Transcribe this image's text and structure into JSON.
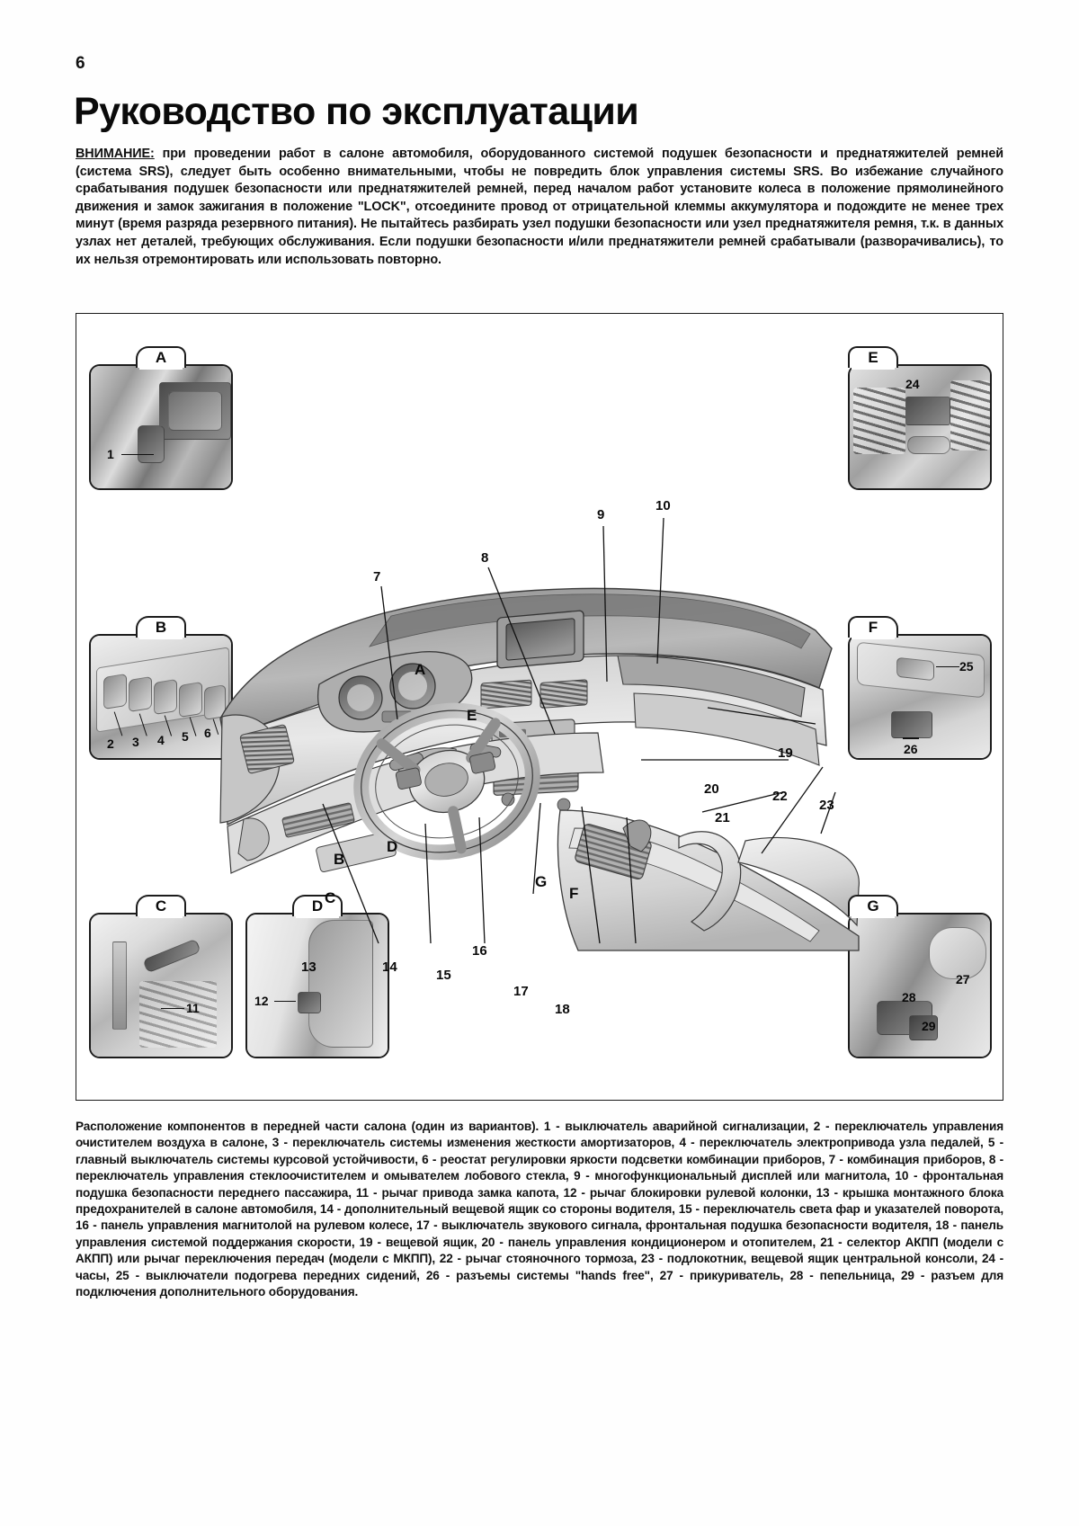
{
  "page": {
    "number": "6",
    "title": "Руководство по эксплуатации"
  },
  "warning": {
    "lead": "ВНИМАНИЕ:",
    "body": " при проведении работ в салоне автомобиля, оборудованного системой подушек безопасности и преднатяжителей ремней (система SRS), следует быть особенно внимательными, чтобы не повредить блок управления системы SRS. Во избежание случайного срабатывания подушек безопасности или преднатяжителей ремней, перед началом работ установите колеса в положение прямолинейного движения и замок зажигания в положение \"LOCK\", отсоедините провод от отрицательной клеммы аккумулятора и подождите не менее трех минут (время разряда резервного питания). Не пытайтесь разбирать узел подушки безопасности или узел преднатяжителя ремня, т.к. в данных узлах нет деталей, требующих обслуживания. Если подушки безопасности и/или преднатяжители ремней срабатывали (разворачивались), то их нельзя отремонтировать или использовать повторно."
  },
  "figure": {
    "panels": [
      {
        "id": "A",
        "label": "A",
        "numbers": [
          "1"
        ]
      },
      {
        "id": "B",
        "label": "B",
        "numbers": [
          "2",
          "3",
          "4",
          "5",
          "6"
        ]
      },
      {
        "id": "C",
        "label": "C",
        "numbers": [
          "11"
        ]
      },
      {
        "id": "D",
        "label": "D",
        "numbers": [
          "12"
        ]
      },
      {
        "id": "E",
        "label": "E",
        "numbers": [
          "24"
        ]
      },
      {
        "id": "F",
        "label": "F",
        "numbers": [
          "25",
          "26"
        ]
      },
      {
        "id": "G",
        "label": "G",
        "numbers": [
          "27",
          "28",
          "29"
        ]
      }
    ],
    "main_numbers": [
      "7",
      "8",
      "9",
      "10",
      "13",
      "14",
      "15",
      "16",
      "17",
      "18",
      "19",
      "20",
      "21",
      "22",
      "23"
    ],
    "main_letters": [
      "A",
      "B",
      "C",
      "D",
      "E",
      "F",
      "G"
    ],
    "panel_a": {
      "n1": "1"
    },
    "panel_b": {
      "n2": "2",
      "n3": "3",
      "n4": "4",
      "n5": "5",
      "n6": "6"
    },
    "panel_c": {
      "n11": "11"
    },
    "panel_d": {
      "n12": "12"
    },
    "panel_e": {
      "n24": "24"
    },
    "panel_f": {
      "n25": "25",
      "n26": "26"
    },
    "panel_g": {
      "n27": "27",
      "n28": "28",
      "n29": "29"
    },
    "main": {
      "n7": "7",
      "n8": "8",
      "n9": "9",
      "n10": "10",
      "n13": "13",
      "n14": "14",
      "n15": "15",
      "n16": "16",
      "n17": "17",
      "n18": "18",
      "n19": "19",
      "n20": "20",
      "n21": "21",
      "n22": "22",
      "n23": "23",
      "lA": "A",
      "lB": "B",
      "lC": "C",
      "lD": "D",
      "lE": "E",
      "lF": "F",
      "lG": "G"
    }
  },
  "caption": {
    "text": "Расположение компонентов в передней части салона (один из вариантов). 1 - выключатель аварийной сигнализации, 2 - переключатель управления очистителем воздуха в салоне, 3 - переключатель системы изменения жесткости амортизаторов, 4 - переключатель электропривода узла педалей, 5 - главный выключатель системы курсовой устойчивости, 6 - реостат регулировки яркости подсветки комбинации приборов, 7 - комбинация приборов, 8 - переключатель управления стеклоочистителем и омывателем лобового стекла, 9 - многофункциональный дисплей или магнитола, 10 - фронтальная подушка безопасности переднего пассажира, 11 - рычаг привода замка капота, 12 - рычаг блокировки рулевой колонки, 13 - крышка монтажного блока предохранителей в салоне автомобиля, 14 - дополнительный вещевой ящик со стороны водителя, 15 - переключатель света фар и указателей поворота, 16 - панель управления магнитолой на рулевом колесе, 17 - выключатель звукового сигнала, фронтальная подушка безопасности водителя, 18 - панель управления системой поддержания скорости, 19 - вещевой ящик, 20 - панель управления кондиционером и отопителем, 21 - селектор АКПП (модели с АКПП) или рычаг переключения передач (модели с МКПП), 22 - рычаг стояночного тормоза, 23 - подлокотник, вещевой ящик центральной консоли, 24 - часы, 25 - выключатели подогрева передних сидений, 26 - разъемы системы \"hands free\", 27 - прикуриватель, 28 - пепельница, 29 - разъем для подключения дополнительного оборудования."
  }
}
